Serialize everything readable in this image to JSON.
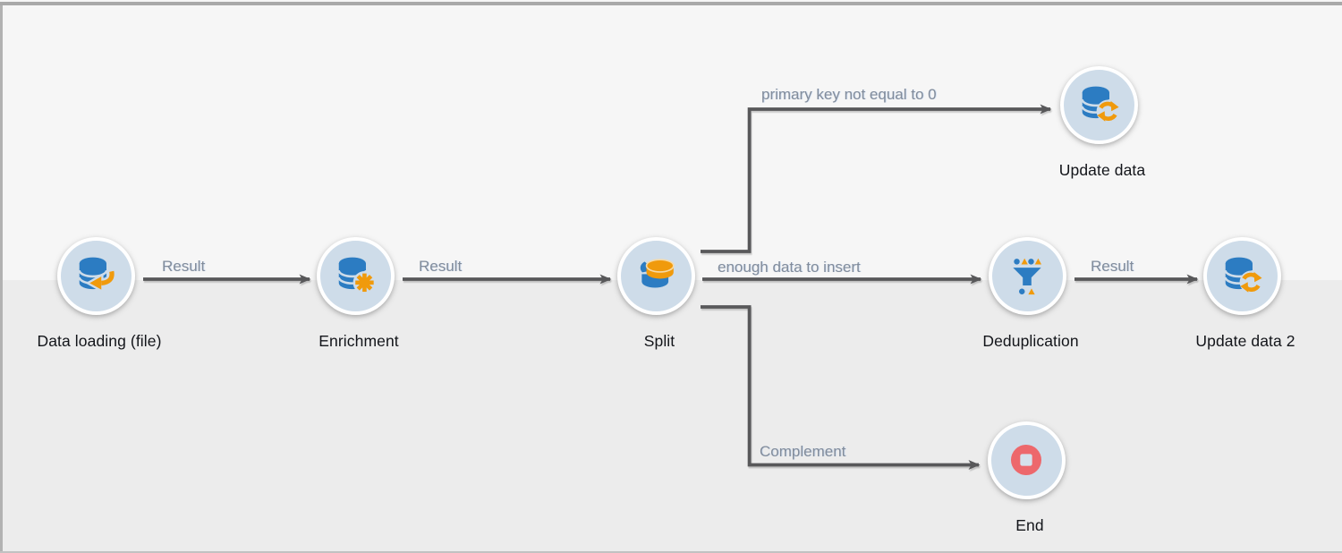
{
  "diagram": {
    "nodes": [
      {
        "id": "data-loading",
        "label": "Data loading (file)",
        "icon": "database-import-icon"
      },
      {
        "id": "enrichment",
        "label": "Enrichment",
        "icon": "database-gear-icon"
      },
      {
        "id": "split",
        "label": "Split",
        "icon": "split-cylinder-icon"
      },
      {
        "id": "update-data",
        "label": "Update data",
        "icon": "database-refresh-icon"
      },
      {
        "id": "deduplication",
        "label": "Deduplication",
        "icon": "funnel-icon"
      },
      {
        "id": "update-data-2",
        "label": "Update data 2",
        "icon": "database-refresh-icon"
      },
      {
        "id": "end",
        "label": "End",
        "icon": "stop-icon"
      }
    ],
    "edges": [
      {
        "from": "data-loading",
        "to": "enrichment",
        "label": "Result"
      },
      {
        "from": "enrichment",
        "to": "split",
        "label": "Result"
      },
      {
        "from": "split",
        "to": "update-data",
        "label": "primary key not equal to 0"
      },
      {
        "from": "split",
        "to": "deduplication",
        "label": "enough data to insert"
      },
      {
        "from": "deduplication",
        "to": "update-data-2",
        "label": "Result"
      },
      {
        "from": "split",
        "to": "end",
        "label": "Complement"
      }
    ],
    "colors": {
      "node_fill": "#cedce9",
      "node_ring": "#ffffff",
      "icon_blue": "#2c7cc2",
      "icon_orange": "#f09a0c",
      "stop_red": "#ed686c",
      "edge_line": "#58585a",
      "edge_label_text": "#828c9b",
      "node_label_text": "#13151a",
      "background_top": "#f6f6f6",
      "background_bottom": "#ececec"
    }
  }
}
